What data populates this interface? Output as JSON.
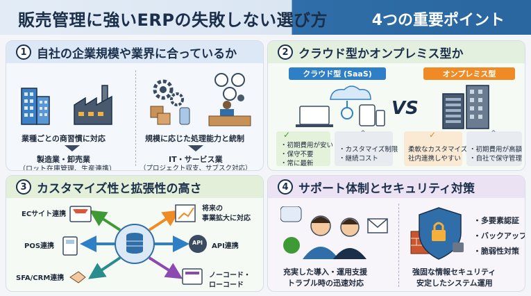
{
  "header": {
    "title": "販売管理に強いERPの失敗しない選び方",
    "subtitle": "4つの重要ポイント"
  },
  "p1": {
    "number": "1",
    "title": "自社の企業規模や業界に合っているか",
    "left_caption": "業種ごとの商習慣に対応",
    "left_industry": "製造業・卸売業",
    "left_detail": "（ロット在庫管理、生産連携）",
    "right_caption": "規模に応じた処理能力と統制",
    "right_industry": "IT・サービス業",
    "right_detail": "（プロジェクト収支、サブスク対応）"
  },
  "p2": {
    "number": "2",
    "title": "クラウド型かオンプレミス型か",
    "cloud_tag": "クラウド型 (SaaS)",
    "onprem_tag": "オンプレミス型",
    "vs": "VS",
    "cloud_pros": [
      "・初期費用が安い",
      "・保守不要",
      "・常に最新"
    ],
    "cloud_cons": [
      "・カスタマイズ制限",
      "・継続コスト"
    ],
    "onprem_pros": [
      "柔軟なカスタマイズ",
      "社内連携しやすい"
    ],
    "onprem_cons": [
      "・初期費用が高額",
      "・自社で保守管理"
    ],
    "colors": {
      "cloud": "#2f7fc6",
      "onprem": "#f08a24"
    }
  },
  "p3": {
    "number": "3",
    "title": "カスタマイズ性と拡張性の高さ",
    "ec": "ECサイト連携",
    "pos": "POS連携",
    "sfa": "SFA/CRM連携",
    "future_line1": "将来の",
    "future_line2": "事業拡大に対応",
    "api": "API連携",
    "api_badge": "API",
    "nocode_line1": "ノーコード・",
    "nocode_line2": "ローコード"
  },
  "p4": {
    "number": "4",
    "title": "サポート体制とセキュリティ対策",
    "left_line1": "充実した導入・運用支援",
    "left_line2": "トラブル時の迅速対応",
    "bullets": [
      "・多要素認証",
      "・バックアップ",
      "・脆弱性対策"
    ],
    "right_line1": "強固な情報セキュリティ",
    "right_line2": "安定したシステム運用"
  }
}
